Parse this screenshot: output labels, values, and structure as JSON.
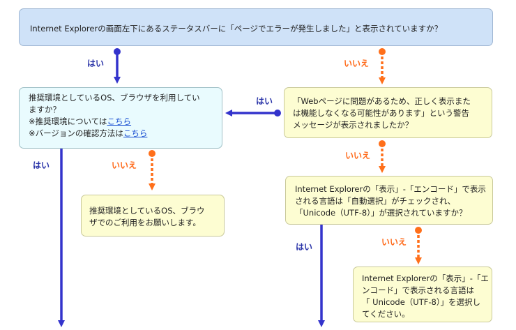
{
  "q1": {
    "text": "Internet Explorerの画面左下にあるステータスバーに「ページでエラーが発生しました」と表示されていますか？"
  },
  "q_env": {
    "line1": "推奨環境としているOS、ブラウザを利用してい",
    "line2": "ますか？",
    "line3_prefix": "※推奨環境については",
    "line3_link": "こちら",
    "line4_prefix": "※バージョンの確認方法は",
    "line4_link": "こちら"
  },
  "q_warning": {
    "line1": "「Webページに問題があるため、正しく表示また",
    "line2": "は機能しなくなる可能性があります」という警告",
    "line3": "メッセージが表示されましたか？"
  },
  "q_encoding": {
    "line1": "Internet Explorerの「表示」-「エンコード」で表示",
    "line2": "される言語は「自動選択」がチェックされ、",
    "line3": "「Unicode（UTF-8）」が選択されていますか？"
  },
  "a_env": {
    "line1": "推奨環境としているOS、ブラウ",
    "line2": "ザでのご利用をお願いします。"
  },
  "a_encoding": {
    "line1": "Internet Explorerの「表示」-「エ",
    "line2": "ンコード」で表示される言語は",
    "line3": "「 Unicode（UTF-8）」を選択し",
    "line4": "てください。"
  },
  "labels": {
    "yes": "はい",
    "no": "いいえ"
  },
  "colors": {
    "yes_arrow": "#3333cc",
    "no_arrow": "#ff6f1a"
  }
}
